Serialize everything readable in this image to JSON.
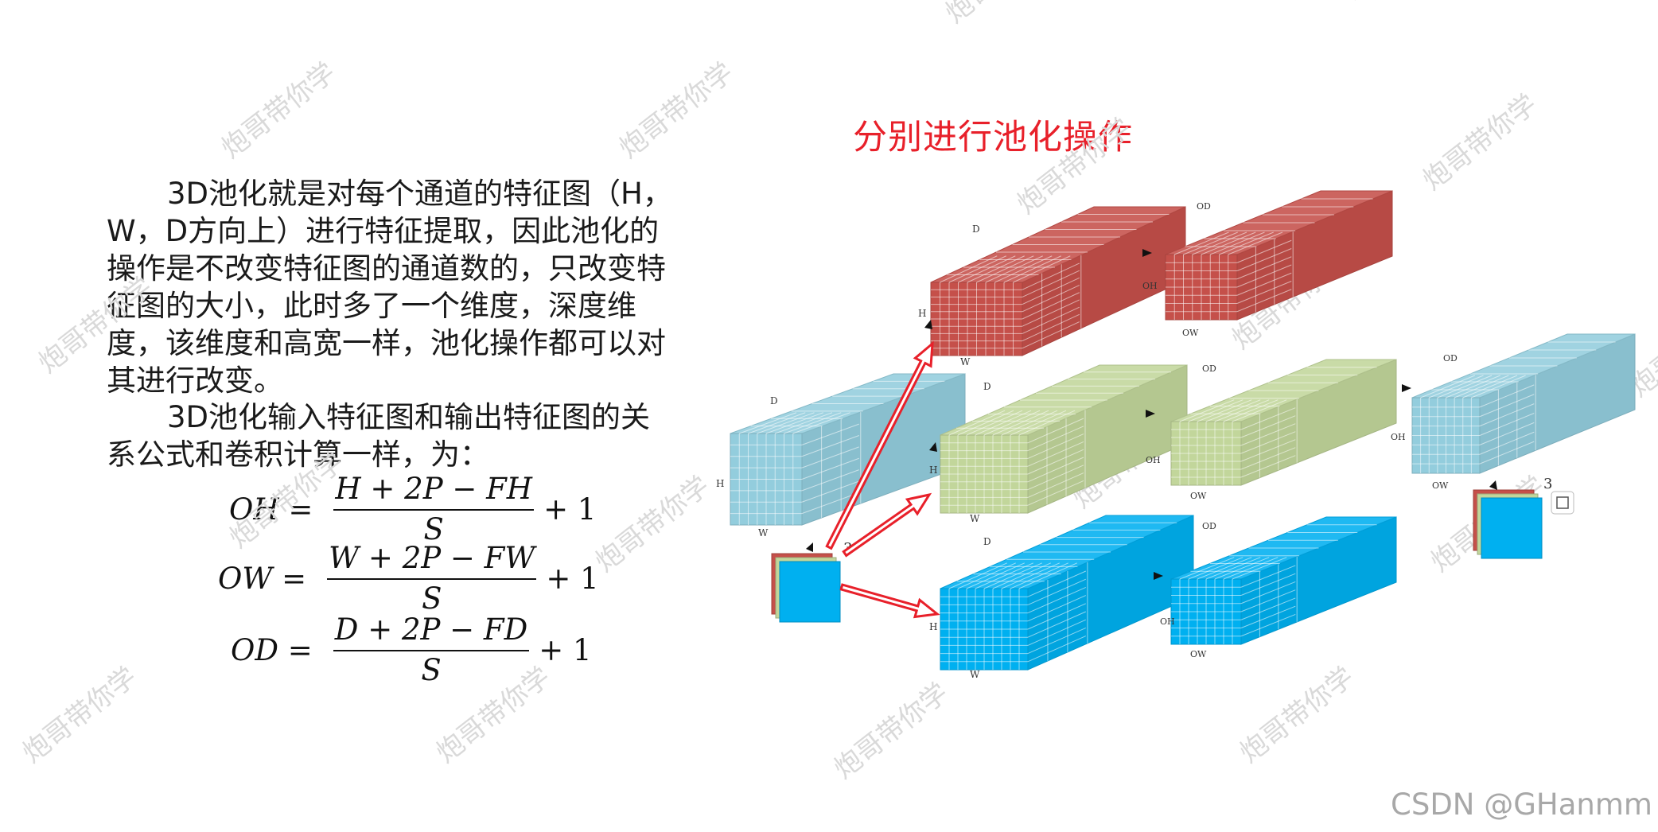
{
  "text": {
    "paragraph1": "3D池化就是对每个通道的特征图（H，W，D方向上）进行特征提取，因此池化的操作是不改变特征图的通道数的，只改变特征图的大小，此时多了一个维度，深度维度，该维度和高宽一样，池化操作都可以对其进行改变。",
    "paragraph2": "3D池化输入特征图和输出特征图的关系公式和卷积计算一样，为："
  },
  "formulas": {
    "oh": {
      "lhs": "OH =",
      "numerator": "H + 2P − FH",
      "denominator": "S",
      "tail": "+ 1"
    },
    "ow": {
      "lhs": "OW =",
      "numerator": "W + 2P − FW",
      "denominator": "S",
      "tail": "+ 1"
    },
    "od": {
      "lhs": "OD =",
      "numerator": "D + 2P − FD",
      "denominator": "S",
      "tail": "+ 1"
    }
  },
  "diagram": {
    "title": "分别进行池化操作",
    "input_labels": {
      "d": "D",
      "h": "H",
      "w": "W"
    },
    "output_labels": {
      "od": "OD",
      "oh": "OH",
      "ow": "OW"
    },
    "channel_count": "3",
    "colors": {
      "red": "#c5504a",
      "green": "#c2d69b",
      "blue": "#00b0f0",
      "lightblue": "#93cddd",
      "arrow": "#e8202a"
    }
  },
  "watermark": "炮哥带你学",
  "footer": {
    "credit": "CSDN @GHanmm"
  }
}
